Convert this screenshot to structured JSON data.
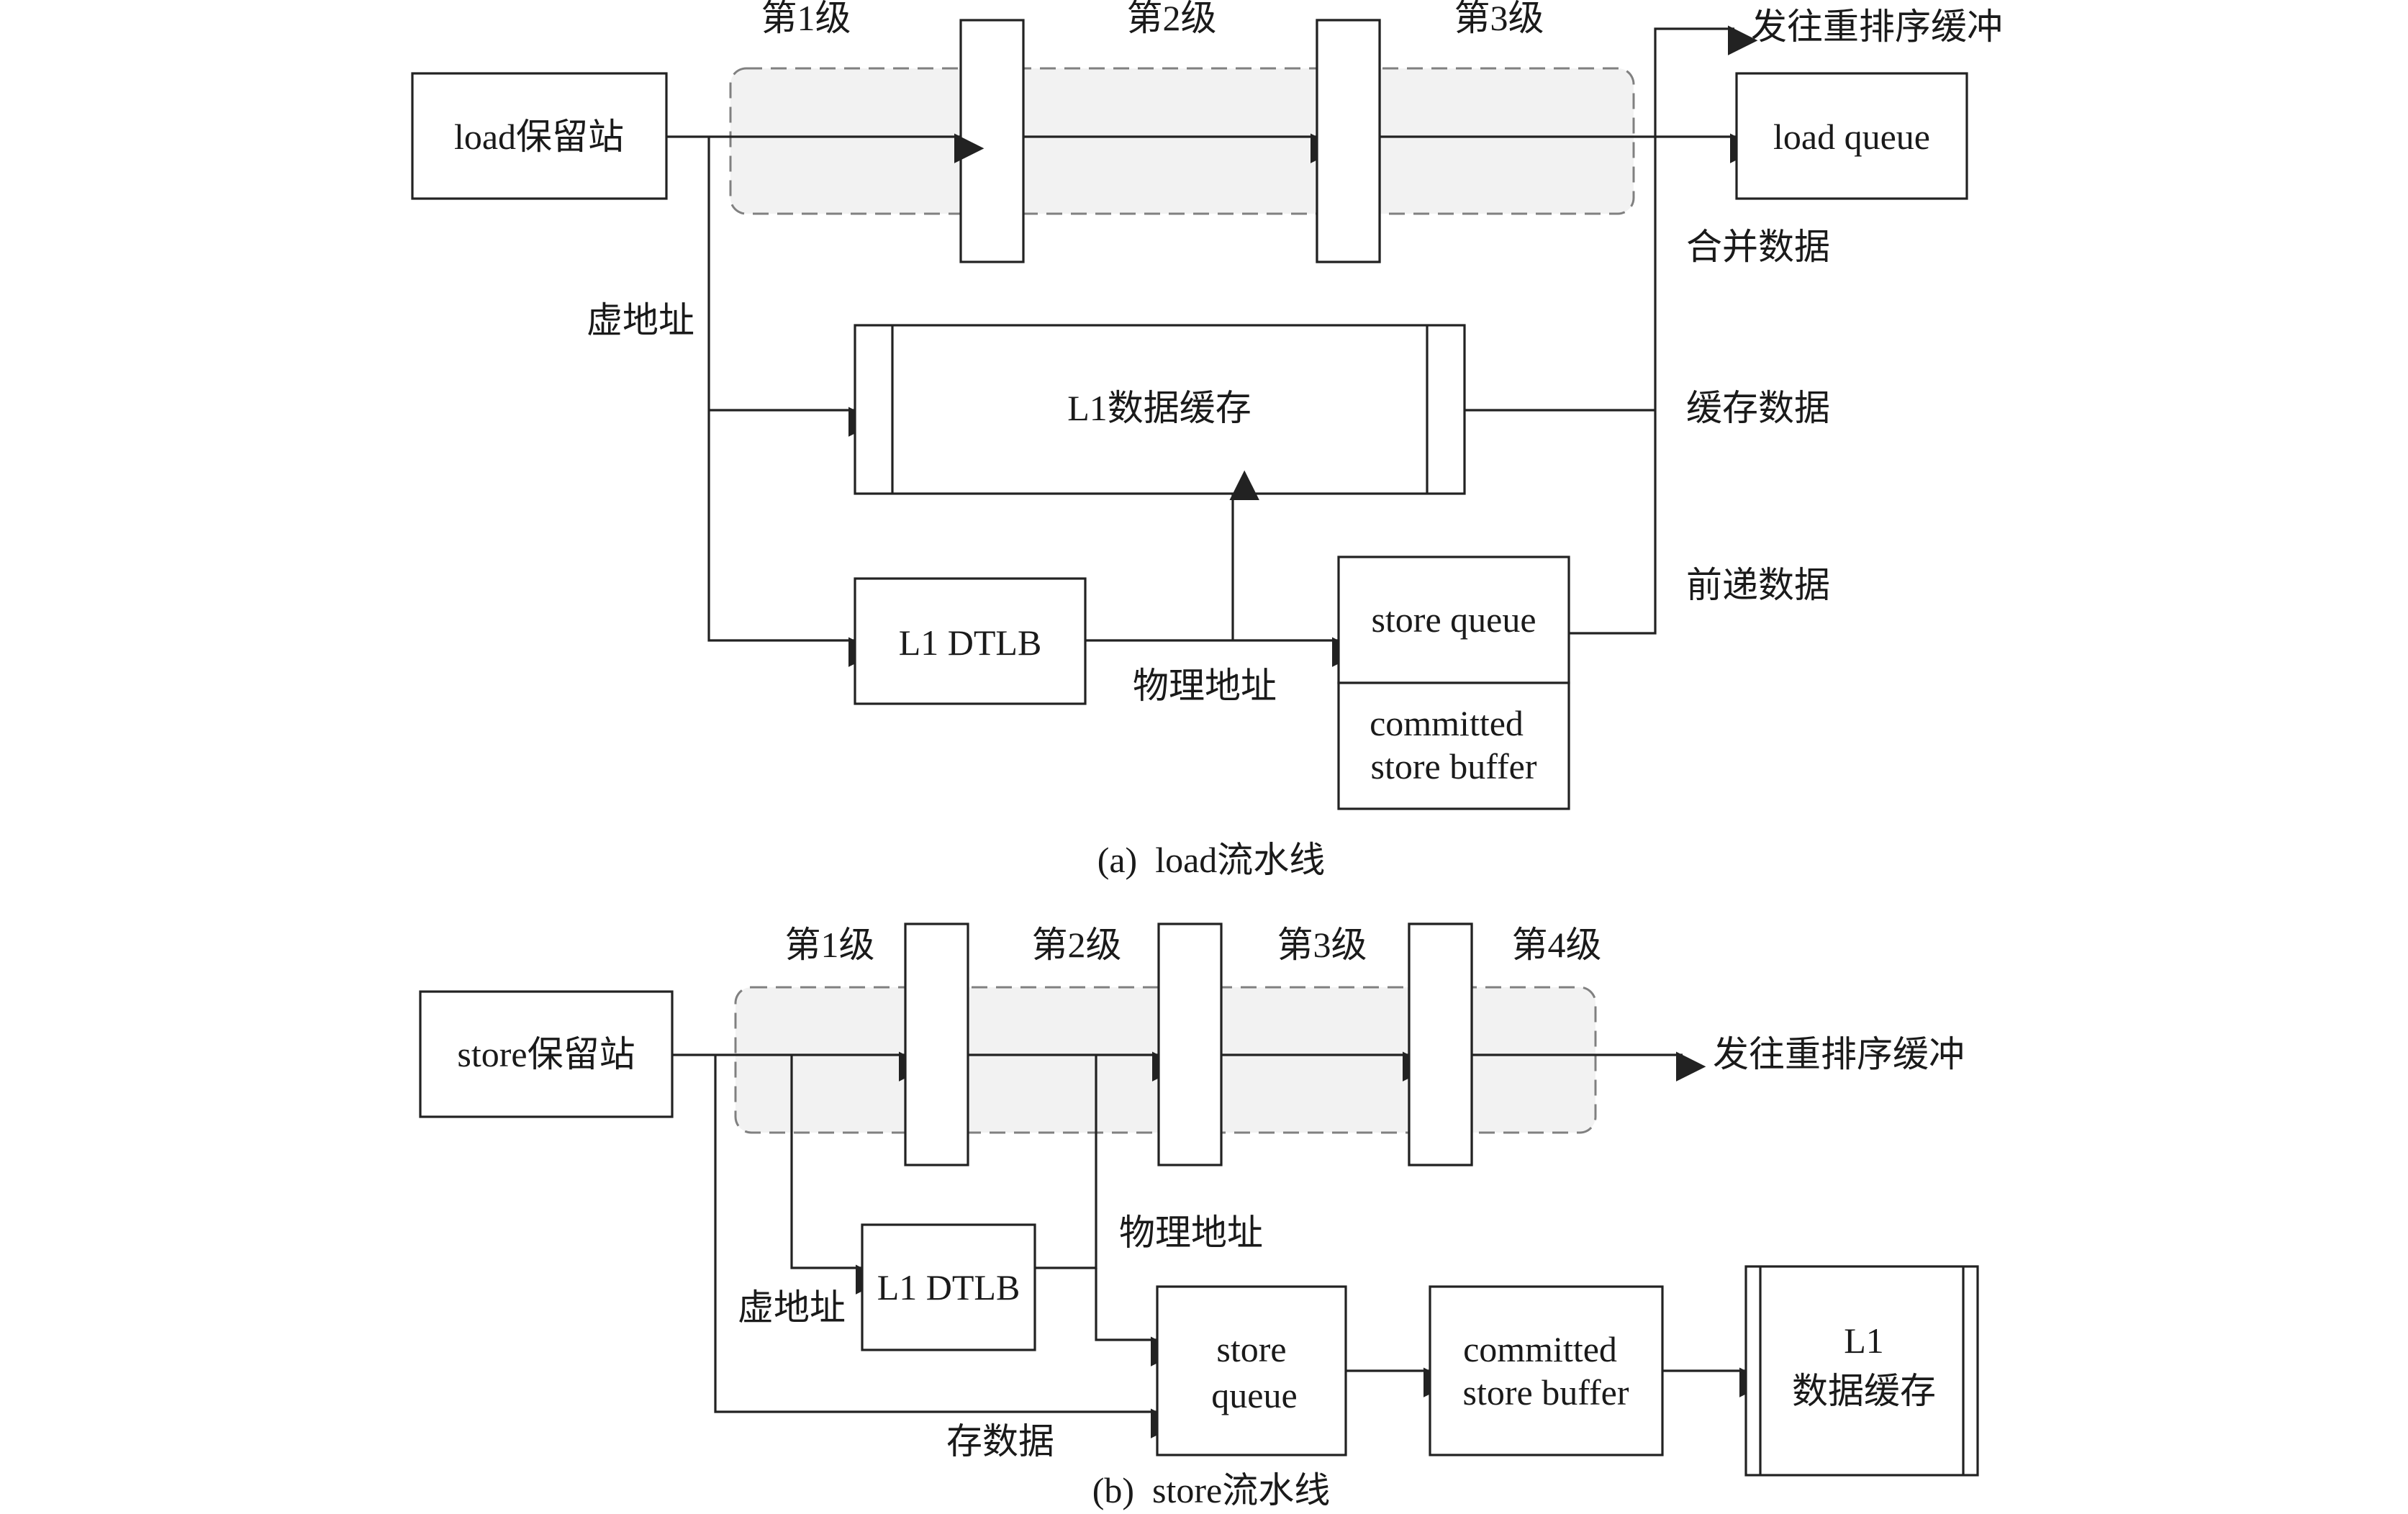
{
  "load_pipeline": {
    "caption": "(a)  load流水线",
    "reservation_station": "load保留站",
    "stages": [
      "第1级",
      "第2级",
      "第3级"
    ],
    "to_rob": "发往重排序缓冲",
    "load_queue": "load queue",
    "l1_cache": "L1数据缓存",
    "l1_dtlb": "L1 DTLB",
    "store_queue": "store queue",
    "committed_buffer": [
      "committed",
      "store buffer"
    ],
    "virtual_address": "虚地址",
    "physical_address": "物理地址",
    "merge_data": "合并数据",
    "cache_data": "缓存数据",
    "forward_data": "前递数据"
  },
  "store_pipeline": {
    "caption": "(b)  store流水线",
    "reservation_station": "store保留站",
    "stages": [
      "第1级",
      "第2级",
      "第3级",
      "第4级"
    ],
    "to_rob": "发往重排序缓冲",
    "l1_dtlb": "L1 DTLB",
    "virtual_address": "虚地址",
    "physical_address": "物理地址",
    "store_data": "存数据",
    "store_queue": [
      "store",
      "queue"
    ],
    "committed_buffer": [
      "committed",
      "store buffer"
    ],
    "l1_cache": [
      "L1",
      "数据缓存"
    ]
  },
  "colors": {
    "stroke": "#222222",
    "pipeline_band_fill": "#f2f2f2",
    "pipeline_band_dash": "#808080"
  }
}
